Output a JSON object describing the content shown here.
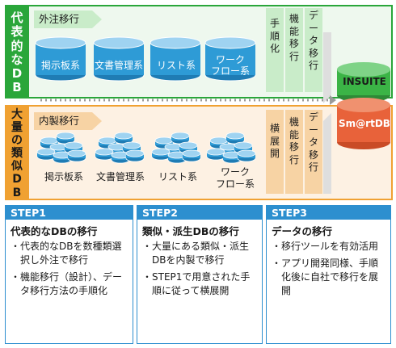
{
  "top_group": {
    "side_label": [
      "代",
      "表",
      "的",
      "な",
      "D",
      "B"
    ],
    "arrow_label": "外注移行",
    "items": [
      "掲示板系",
      "文書管理系",
      "リスト系",
      "ワーク\nフロー系"
    ],
    "cols": [
      [
        "手",
        "順",
        "化"
      ],
      [
        "機",
        "能",
        "移",
        "行"
      ],
      [
        "デ",
        "ー",
        "タ",
        "移",
        "行"
      ]
    ],
    "color": "#2aa63a",
    "fill": "#eef8ee"
  },
  "bottom_group": {
    "side_label": [
      "大",
      "量",
      "の",
      "類",
      "似",
      "D",
      "B"
    ],
    "arrow_label": "内製移行",
    "items": [
      "掲示板系",
      "文書管理系",
      "リスト系",
      "ワーク\nフロー系"
    ],
    "cols": [
      [
        "横",
        "展",
        "開"
      ],
      [
        "機",
        "能",
        "移",
        "行"
      ],
      [
        "デ",
        "ー",
        "タ",
        "移",
        "行"
      ]
    ],
    "color": "#f0a132",
    "fill": "#fdf1e3"
  },
  "target": {
    "top_label": "INSUITE",
    "bottom_label": "Sm@rtDB",
    "top_color": "#3bb446",
    "bottom_color": "#e8623a"
  },
  "steps": [
    {
      "head": "STEP1",
      "title": "代表的なDBの移行",
      "items": [
        "代表的なDBを数種類選択し外注で移行",
        "機能移行（設計）、データ移行方法の手順化"
      ]
    },
    {
      "head": "STEP2",
      "title": "類似・派生DBの移行",
      "items": [
        "大量にある類似・派生DBを内製で移行",
        "STEP1で用意された手順に従って横展開"
      ]
    },
    {
      "head": "STEP3",
      "title": "データの移行",
      "items": [
        "移行ツールを有効活用",
        "アプリ開発同様、手順化後に自社で移行を展開"
      ]
    }
  ],
  "colors": {
    "cyl_blue": "#2e9bd6",
    "step_blue": "#2d8fcf",
    "arrow_grey": "#c9c9c9",
    "arrow_dots": "#9a9a9a"
  }
}
